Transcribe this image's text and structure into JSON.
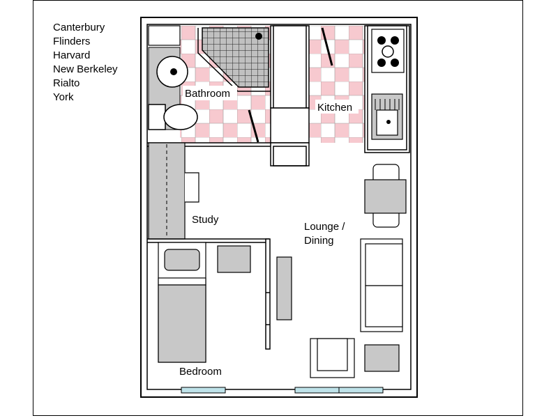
{
  "suburbs": [
    "Canterbury",
    "Flinders",
    "Harvard",
    "New Berkeley",
    "Rialto",
    "York"
  ],
  "rooms": {
    "bathroom": "Bathroom",
    "kitchen": "Kitchen",
    "study": "Study",
    "lounge_line1": "Lounge /",
    "lounge_line2": "Dining",
    "bedroom": "Bedroom"
  },
  "colors": {
    "wall": "#000000",
    "tile_pink": "#f7c9cf",
    "furniture_grey": "#c8c8c8",
    "window_blue": "#bfe3ea"
  }
}
